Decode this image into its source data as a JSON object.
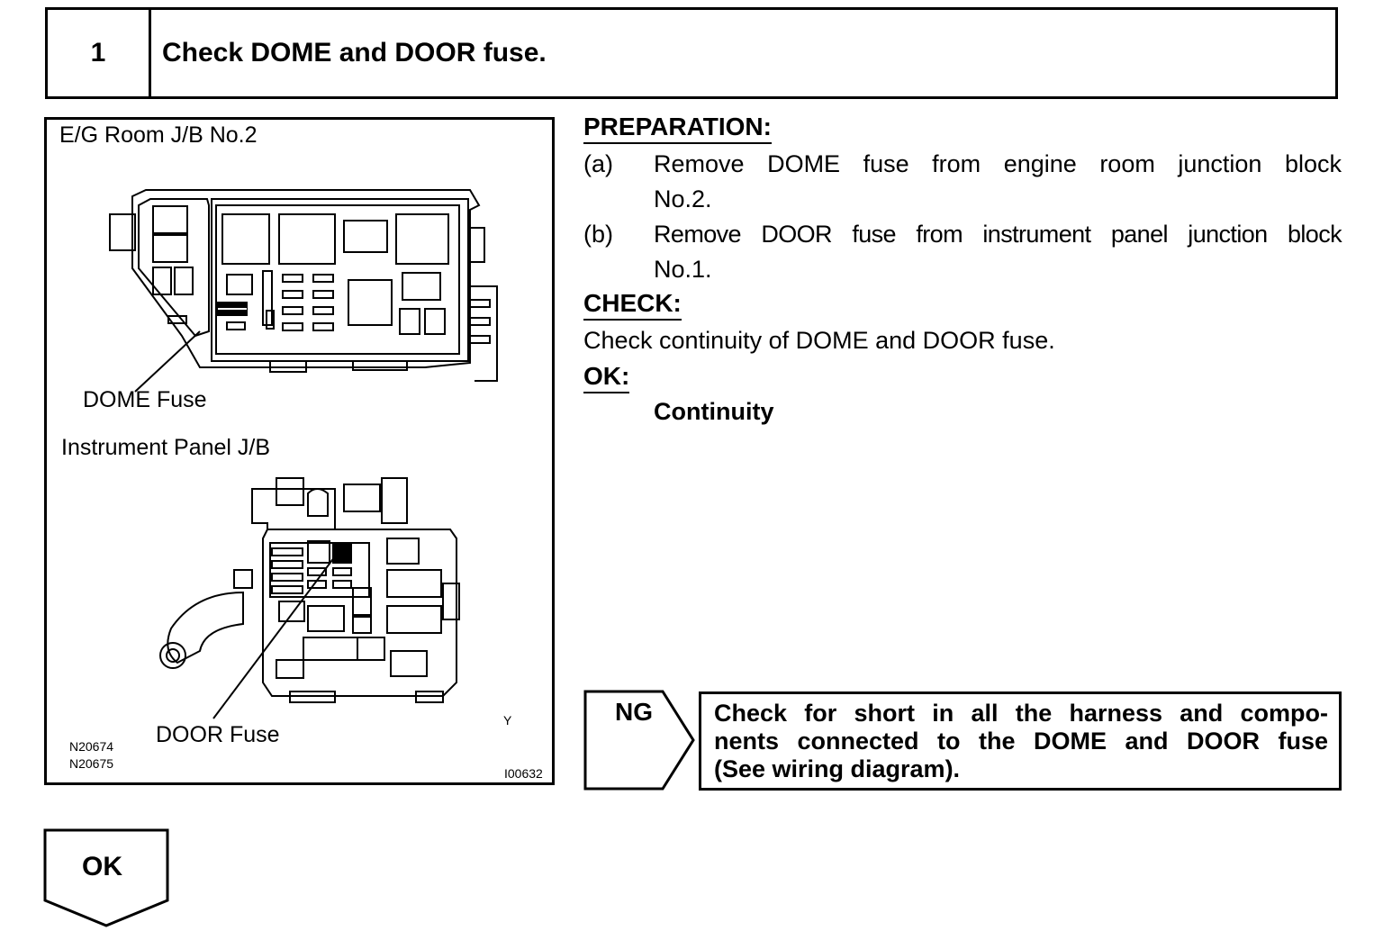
{
  "step": {
    "number": "1",
    "title": "Check DOME and DOOR fuse."
  },
  "figure": {
    "label_eg_room": "E/G Room J/B No.2",
    "label_dome_fuse": "DOME Fuse",
    "label_instrument_panel": "Instrument Panel J/B",
    "label_door_fuse": "DOOR Fuse",
    "ref_1": "N20674",
    "ref_2": "N20675",
    "ref_y": "Y",
    "ref_code": "I00632"
  },
  "preparation": {
    "heading": "PREPARATION:",
    "items": [
      {
        "marker": "(a)",
        "text_line1": "Remove DOME fuse from engine room junction block",
        "text_line2": "No.2."
      },
      {
        "marker": "(b)",
        "text_line1": "Remove DOOR fuse from instrument panel junction block",
        "text_line2": "No.1."
      }
    ]
  },
  "check": {
    "heading": "CHECK:",
    "text": "Check continuity of DOME and DOOR fuse."
  },
  "ok_section": {
    "heading": "OK:",
    "value": "Continuity"
  },
  "ng": {
    "label": "NG",
    "lines": [
      "Check for short in all the harness and compo-",
      "nents connected to the DOME and DOOR fuse",
      "(See wiring diagram)."
    ]
  },
  "ok_arrow": {
    "label": "OK"
  }
}
